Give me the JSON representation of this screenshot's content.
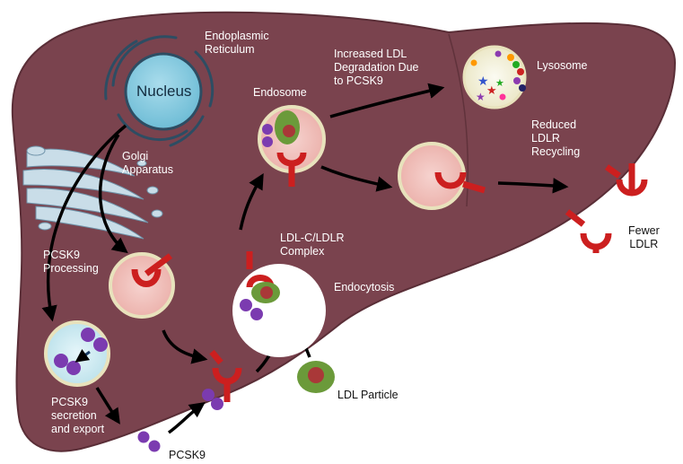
{
  "labels": {
    "nucleus": "Nucleus",
    "er": [
      "Endoplasmic",
      "Reticulum"
    ],
    "golgi": [
      "Golgi",
      "Apparatus"
    ],
    "endosome": "Endosome",
    "degradation": [
      "Increased LDL",
      "Degradation Due",
      "to PCSK9"
    ],
    "lysosome": "Lysosome",
    "reduced": [
      "Reduced",
      "LDLR",
      "Recycling"
    ],
    "processing": [
      "PCSK9",
      "Processing"
    ],
    "complex": [
      "LDL-C/LDLR",
      "Complex"
    ],
    "endocytosis": "Endocytosis",
    "secretion": [
      "PCSK9",
      "secretion",
      "and export"
    ],
    "ldl_particle": "LDL Particle",
    "pcsk9": "PCSK9",
    "fewer": [
      "Fewer",
      "LDLR"
    ]
  },
  "colors": {
    "liver": "#7a434e",
    "liver_outline": "#5a2e37",
    "nucleus": "#8fd0e4",
    "nucleus_ring": "#26455a",
    "vesicle": "#f2c4bf",
    "vesicle_rim": "#e8e2bc",
    "ldlr": "#cc1f1f",
    "pcsk9": "#7b3bb0",
    "ldl_outer": "#6b9a3a",
    "ldl_inner": "#a93838",
    "arrow": "#000000"
  }
}
